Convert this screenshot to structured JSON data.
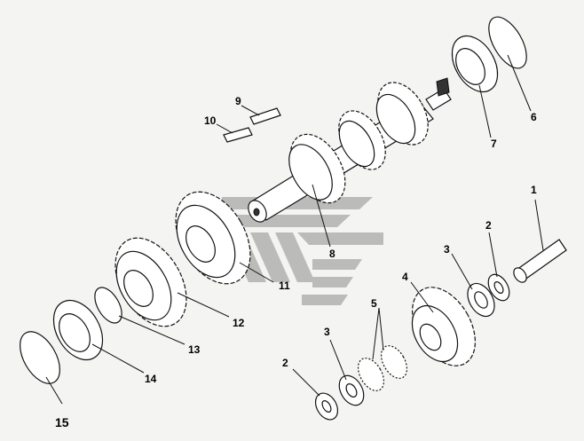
{
  "diagram": {
    "callouts": [
      {
        "id": "c1",
        "label": "1"
      },
      {
        "id": "c2a",
        "label": "2"
      },
      {
        "id": "c2b",
        "label": "2"
      },
      {
        "id": "c3a",
        "label": "3"
      },
      {
        "id": "c3b",
        "label": "3"
      },
      {
        "id": "c4",
        "label": "4"
      },
      {
        "id": "c5",
        "label": "5"
      },
      {
        "id": "c6",
        "label": "6"
      },
      {
        "id": "c7",
        "label": "7"
      },
      {
        "id": "c8",
        "label": "8"
      },
      {
        "id": "c9",
        "label": "9"
      },
      {
        "id": "c10",
        "label": "10"
      },
      {
        "id": "c11",
        "label": "11"
      },
      {
        "id": "c12",
        "label": "12"
      },
      {
        "id": "c13",
        "label": "13"
      },
      {
        "id": "c14",
        "label": "14"
      },
      {
        "id": "c15",
        "label": "15"
      }
    ],
    "watermark_color": "#9a9a9a"
  }
}
